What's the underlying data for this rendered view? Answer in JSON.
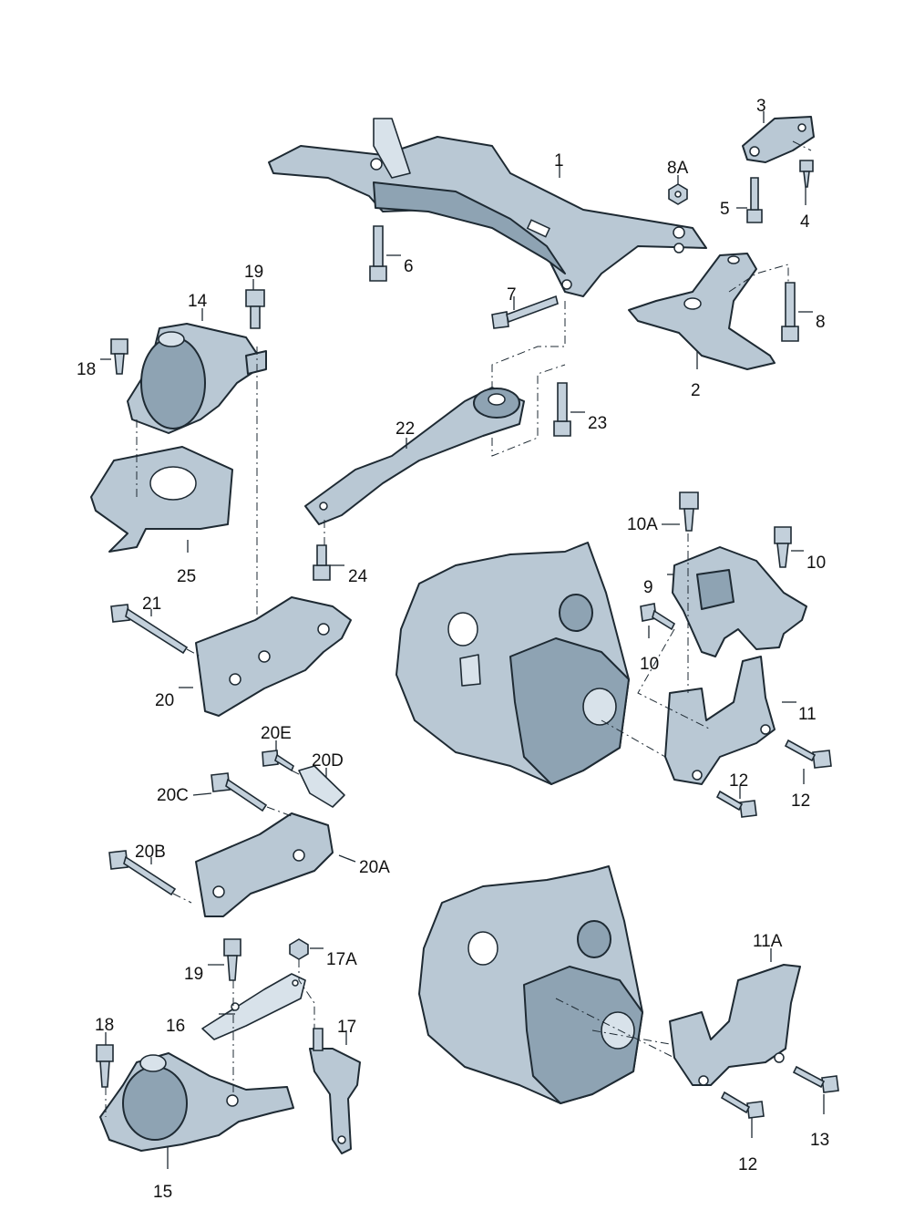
{
  "diagram": {
    "title": "",
    "callouts": {
      "c1": "1",
      "c2": "2",
      "c3": "3",
      "c4": "4",
      "c5": "5",
      "c6": "6",
      "c7": "7",
      "c8": "8",
      "c8a": "8A",
      "c9": "9",
      "c10a": "10A",
      "c10_top": "10",
      "c10_left": "10",
      "c11": "11",
      "c11a": "11A",
      "c12_upper_a": "12",
      "c12_upper_b": "12",
      "c12_lower": "12",
      "c13": "13",
      "c14": "14",
      "c15": "15",
      "c16": "16",
      "c17": "17",
      "c17a": "17A",
      "c18_upper": "18",
      "c18_lower": "18",
      "c19_upper": "19",
      "c19_lower": "19",
      "c20": "20",
      "c20a": "20A",
      "c20b": "20B",
      "c20c": "20C",
      "c20d": "20D",
      "c20e": "20E",
      "c21": "21",
      "c22": "22",
      "c23": "23",
      "c24": "24",
      "c25": "25"
    },
    "colors": {
      "part_fill": "#b9c8d4",
      "part_shade": "#8ea3b3",
      "outline": "#1e2a33",
      "background": "#ffffff"
    }
  }
}
